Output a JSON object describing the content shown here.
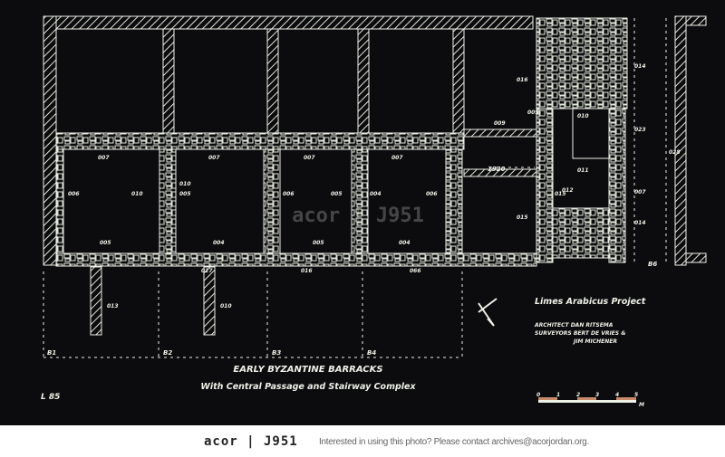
{
  "plan": {
    "title": "EARLY BYZANTINE BARRACKS",
    "subtitle": "With Central Passage and Stairway Complex",
    "sheet": "L 85",
    "project": "Limes Arabicus Project",
    "architect": "ARCHITECT DAN RITSEMA",
    "surveyors_1": "SURVEYORS BERT DE VRIES &",
    "surveyors_2": "JIM MICHENER",
    "dimension": "1920",
    "sections": [
      "B1",
      "B2",
      "B3",
      "B4",
      "B6"
    ],
    "scale": {
      "ticks": [
        "0",
        "1",
        "2",
        "3",
        "4",
        "5"
      ],
      "unit": "M"
    },
    "room_labels": [
      "007",
      "007",
      "007",
      "007",
      "006",
      "005",
      "010",
      "010",
      "005",
      "004",
      "009",
      "004",
      "005",
      "004",
      "005",
      "006",
      "006",
      "013",
      "010",
      "027",
      "016",
      "066",
      "009",
      "016",
      "010",
      "011",
      "012",
      "014",
      "023",
      "028",
      "007",
      "015",
      "015",
      "014"
    ],
    "watermark": "acor | J951"
  },
  "footer": {
    "logo": "acor | J951",
    "notice": "Interested in using this photo? Please contact archives@acorjordan.org."
  },
  "colors": {
    "line": "#eef2e8",
    "background": "#0c0b0e"
  }
}
